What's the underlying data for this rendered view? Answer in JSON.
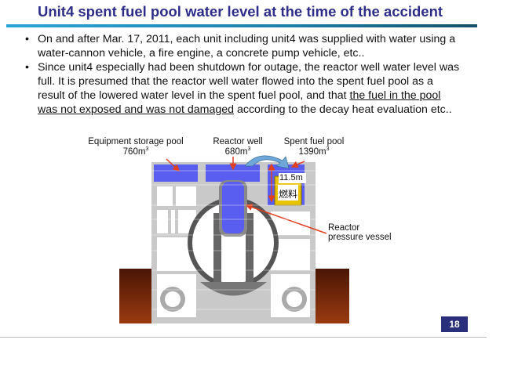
{
  "title": "Unit4 spent fuel pool water level at the time of the accident",
  "bullets": [
    {
      "text": "On and after Mar. 17, 2011, each unit including unit4 was supplied with water using a water-cannon vehicle, a fire engine, a concrete pump vehicle, etc.."
    },
    {
      "text_before": "Since unit4 especially had been shutdown for outage, the reactor well water level was full. It is presumed that the reactor well water flowed into the spent fuel pool as a result of the lowered water level in the spent fuel pool, and that ",
      "underlined": "the fuel in the pool was not exposed and was not damaged",
      "text_after": " according to the decay heat evaluation etc.."
    }
  ],
  "diagram": {
    "equipment_pool": {
      "label": "Equipment storage pool",
      "volume": "760m",
      "unit_sup": "3"
    },
    "reactor_well": {
      "label": "Reactor well",
      "volume": "680m",
      "unit_sup": "3"
    },
    "spent_fuel_pool": {
      "label": "Spent fuel pool",
      "volume": "1390m",
      "unit_sup": "3"
    },
    "depth_label": "11.5m",
    "fuel_label": "燃料",
    "rpv_label_1": "Reactor",
    "rpv_label_2": "pressure vessel",
    "colors": {
      "water": "#5a5ef0",
      "arrow": "#e04020",
      "concrete": "#c8c8c8",
      "ground": "#7a2a08"
    }
  },
  "page_number": "18"
}
